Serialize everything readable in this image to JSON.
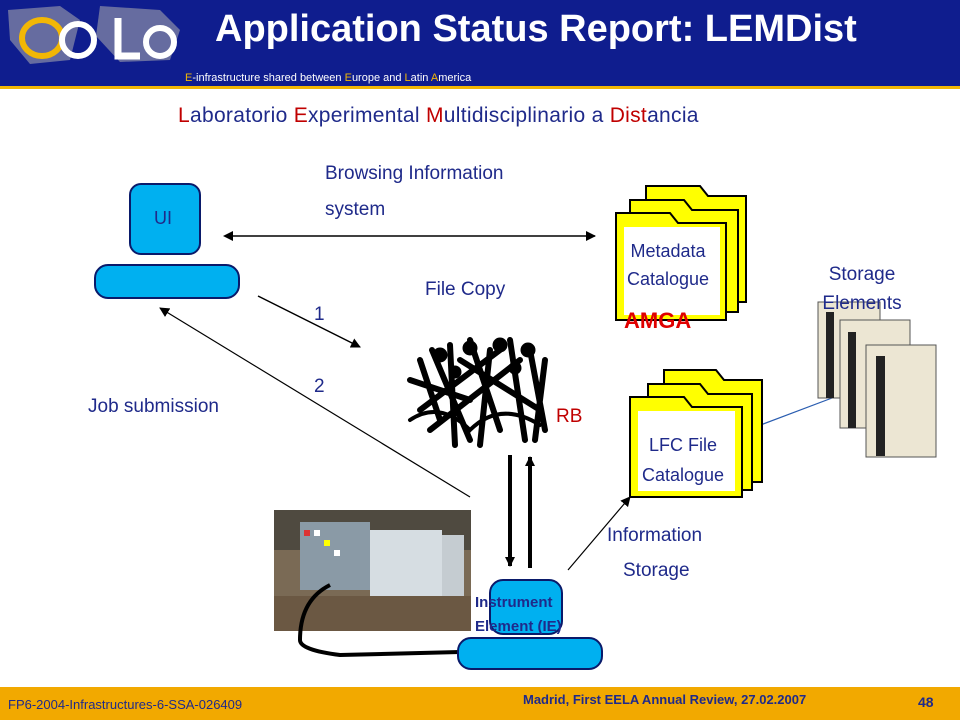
{
  "header": {
    "title": "Application Status Report: LEMDist",
    "tagline": {
      "parts": [
        "E",
        "-infrastructure shared between ",
        "E",
        "urope and ",
        "L",
        "atin ",
        "A",
        "merica"
      ]
    }
  },
  "subtitle": {
    "parts": [
      "L",
      "aboratorio ",
      "E",
      "xperimental ",
      "M",
      "ultidisciplinario a ",
      "Dist",
      "ancia"
    ]
  },
  "diagram": {
    "ui_label": "UI",
    "browsing_line1": "Browsing Information",
    "browsing_line2": "system",
    "file_copy": "File Copy",
    "step1": "1",
    "step2": "2",
    "job_submission": "Job submission",
    "rb_label": "RB",
    "metadata_line1": "Metadata",
    "metadata_line2": "Catalogue",
    "amga": "AMGA",
    "storage_line1": "Storage",
    "storage_line2": "Elements",
    "lfc_line1": "LFC File",
    "lfc_line2": "Catalogue",
    "info_line1": "Information",
    "info_line2": "Storage",
    "ie_line1": "Instrument",
    "ie_line2": "Element (IE)"
  },
  "footer": {
    "left": "FP6-2004-Infrastructures-6-SSA-026409",
    "right": "Madrid, First  EELA Annual Review, 27.02.2007",
    "page": "48"
  },
  "colors": {
    "header_bg": "#0f1d8e",
    "accent_yellow": "#f2b705",
    "footer_bg": "#f2a900",
    "box_fill": "#00b0f0",
    "folder_fill": "#ffff00",
    "text_blue": "#1f2a8a",
    "highlight_red": "#c00000"
  },
  "icons": [
    "eela-logo",
    "folder-stack-icon",
    "server-rack-icon",
    "crowd-rb-icon",
    "lab-equipment-photo"
  ]
}
